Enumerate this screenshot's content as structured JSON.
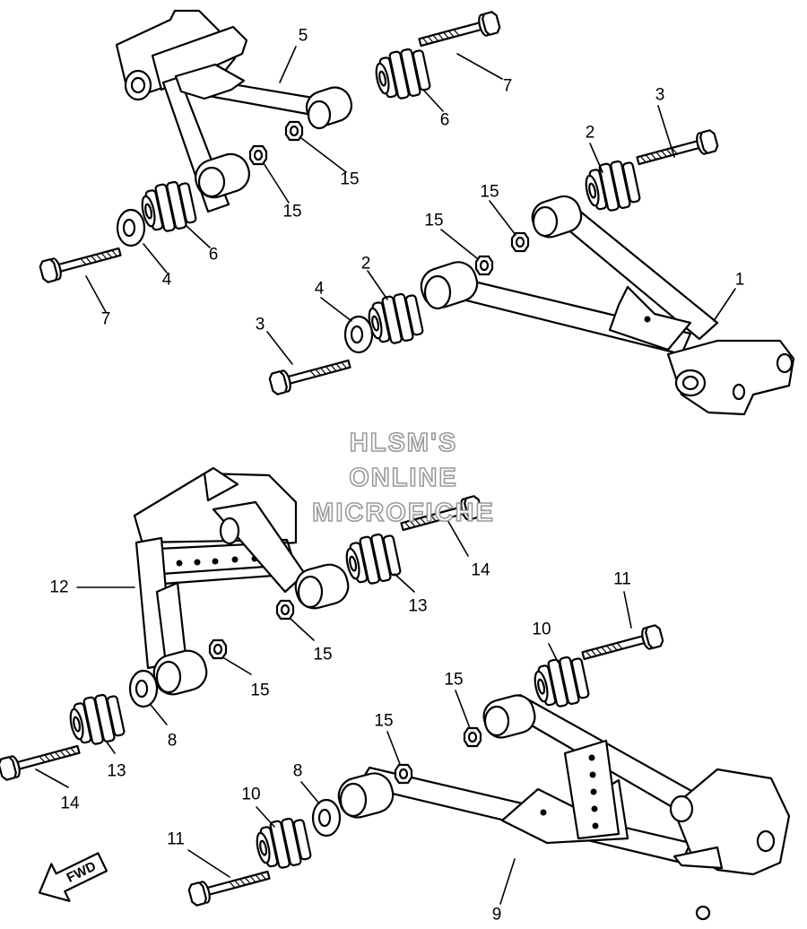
{
  "watermark": {
    "line1": "HLSM'S",
    "line2": "ONLINE",
    "line3": "MICROFICHE"
  },
  "direction_arrow": {
    "label": "FWD"
  },
  "callouts": {
    "upper": {
      "c1": "1",
      "c2a": "2",
      "c2b": "2",
      "c3a": "3",
      "c3b": "3",
      "c4a": "4",
      "c4b": "4",
      "c5": "5",
      "c6a": "6",
      "c6b": "6",
      "c7a": "7",
      "c7b": "7",
      "c15a": "15",
      "c15b": "15",
      "c15c": "15",
      "c15d": "15"
    },
    "lower": {
      "c8a": "8",
      "c8b": "8",
      "c9": "9",
      "c10a": "10",
      "c10b": "10",
      "c11a": "11",
      "c11b": "11",
      "c12": "12",
      "c13a": "13",
      "c13b": "13",
      "c14a": "14",
      "c14b": "14",
      "c15a": "15",
      "c15b": "15",
      "c15c": "15",
      "c15d": "15"
    }
  },
  "icons": [
    "bolt-icon",
    "nut-icon",
    "bushing-icon",
    "washer-icon",
    "arrow-icon"
  ]
}
